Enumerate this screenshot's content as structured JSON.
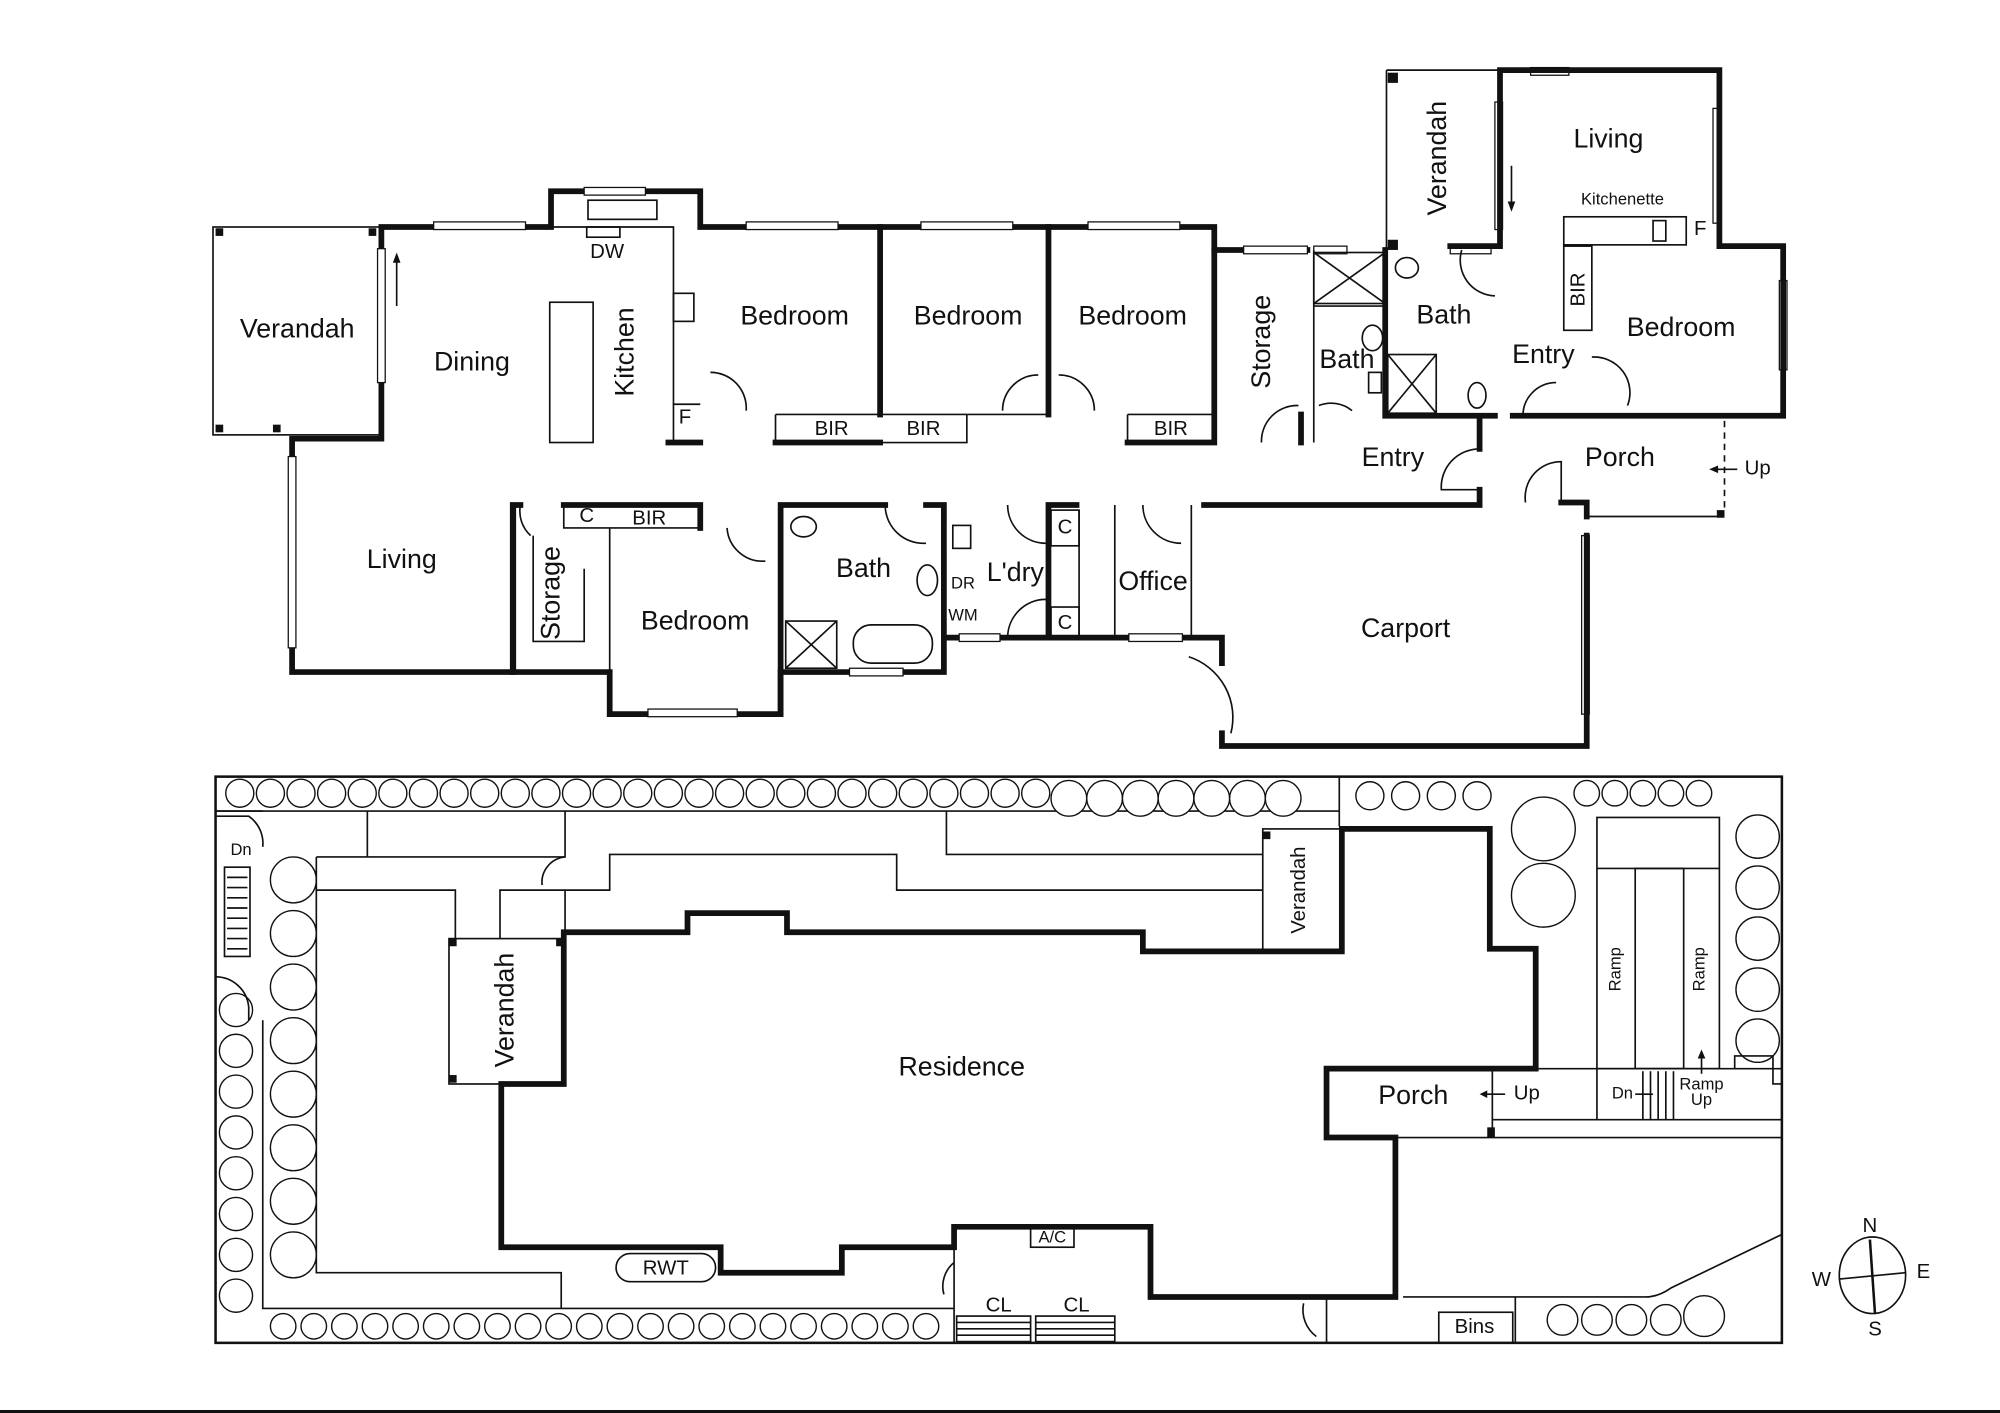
{
  "floor_plan": {
    "rooms": {
      "verandah_west": "Verandah",
      "dining": "Dining",
      "kitchen": "Kitchen",
      "dishwasher": "DW",
      "fridge_kitchen": "F",
      "bedroom_1": "Bedroom",
      "bedroom_2": "Bedroom",
      "bedroom_3": "Bedroom",
      "bir_1": "BIR",
      "bir_2": "BIR",
      "bir_3": "BIR",
      "storage_north": "Storage",
      "bath_small": "Bath",
      "bath_east": "Bath",
      "verandah_north": "Verandah",
      "living_east": "Living",
      "kitchenette": "Kitchenette",
      "fridge_kitchenette": "F",
      "bir_east": "BIR",
      "bedroom_east": "Bedroom",
      "entry_inner": "Entry",
      "entry_main": "Entry",
      "porch": "Porch",
      "porch_up": "Up",
      "living_west": "Living",
      "closet_c1": "C",
      "bir_south": "BIR",
      "storage_south": "Storage",
      "bedroom_south": "Bedroom",
      "bath_main": "Bath",
      "dryer": "DR",
      "washing_machine": "WM",
      "laundry": "L'dry",
      "closet_c2": "C",
      "closet_c3": "C",
      "office": "Office",
      "carport": "Carport"
    }
  },
  "site_plan": {
    "labels": {
      "stairs_down": "Dn",
      "verandah_west": "Verandah",
      "residence": "Residence",
      "verandah_north": "Verandah",
      "rainwater_tank": "RWT",
      "air_conditioner": "A/C",
      "clothesline_1": "CL",
      "clothesline_2": "CL",
      "porch": "Porch",
      "porch_up": "Up",
      "ramp_1": "Ramp",
      "ramp_2": "Ramp",
      "ramp_down": "Dn",
      "ramp_up_line1": "Ramp",
      "ramp_up_line2": "Up",
      "bins": "Bins"
    },
    "compass": {
      "north": "N",
      "south": "S",
      "east": "E",
      "west": "W"
    }
  }
}
